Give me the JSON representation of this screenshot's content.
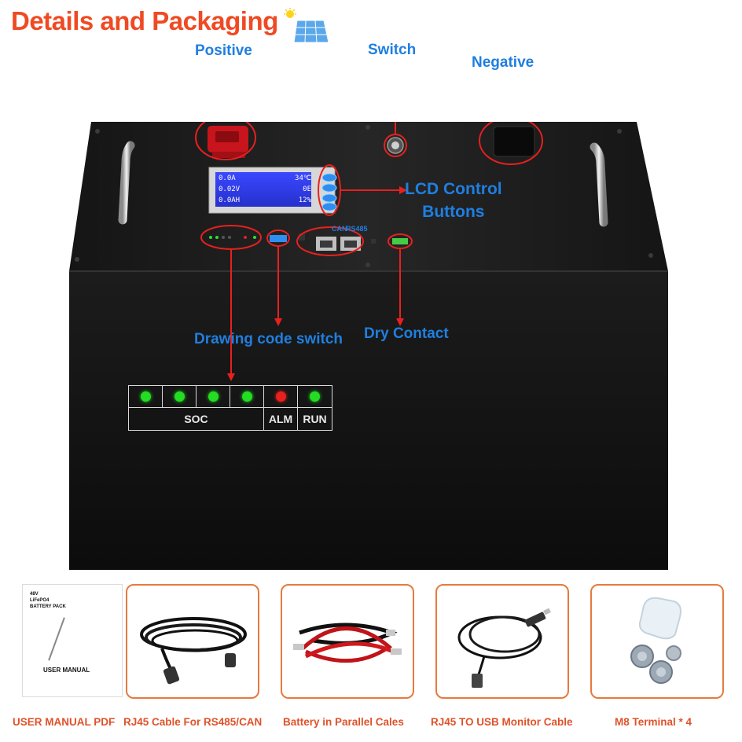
{
  "title": "Details and Packaging",
  "callouts": {
    "positive": "Positive",
    "switch": "Switch",
    "negative": "Negative",
    "lcd_line1": "LCD Control",
    "lcd_line2": "Buttons",
    "drawing_code_switch": "Drawing code switch",
    "dry_contact": "Dry Contact"
  },
  "ports": {
    "can": "CAN",
    "rs485": "RS485"
  },
  "lcd": {
    "row1_left": "0.0A",
    "row1_right": "34℃",
    "row2_left": "0.02V",
    "row2_right": "0E",
    "row3_left": "0.0AH",
    "row3_right": "12%"
  },
  "led_panel": {
    "leds": [
      {
        "state": "on",
        "color": "#22dd22"
      },
      {
        "state": "on",
        "color": "#22dd22"
      },
      {
        "state": "on",
        "color": "#22dd22"
      },
      {
        "state": "on",
        "color": "#22dd22"
      },
      {
        "state": "alarm",
        "color": "#e8201e"
      },
      {
        "state": "on",
        "color": "#22dd22"
      }
    ],
    "soc_label": "SOC",
    "alm_label": "ALM",
    "run_label": "RUN"
  },
  "manual": {
    "line1": "48V",
    "line2": "LiFePO4",
    "line3": "BATTERY PACK",
    "title": "USER MANUAL"
  },
  "captions": {
    "manual": "USER MANUAL PDF",
    "rj45": "RJ45 Cable For RS485/CAN",
    "parallel": "Battery in Parallel Cales",
    "usb": "RJ45 TO USB Monitor Cable",
    "terminal": "M8 Terminal * 4"
  },
  "colors": {
    "title": "#ef4a23",
    "callout": "#1f7fe0",
    "highlight_circle": "#e8201e",
    "battery_body": "#111111",
    "card_border": "#e67a3c",
    "caption": "#e0522a"
  }
}
